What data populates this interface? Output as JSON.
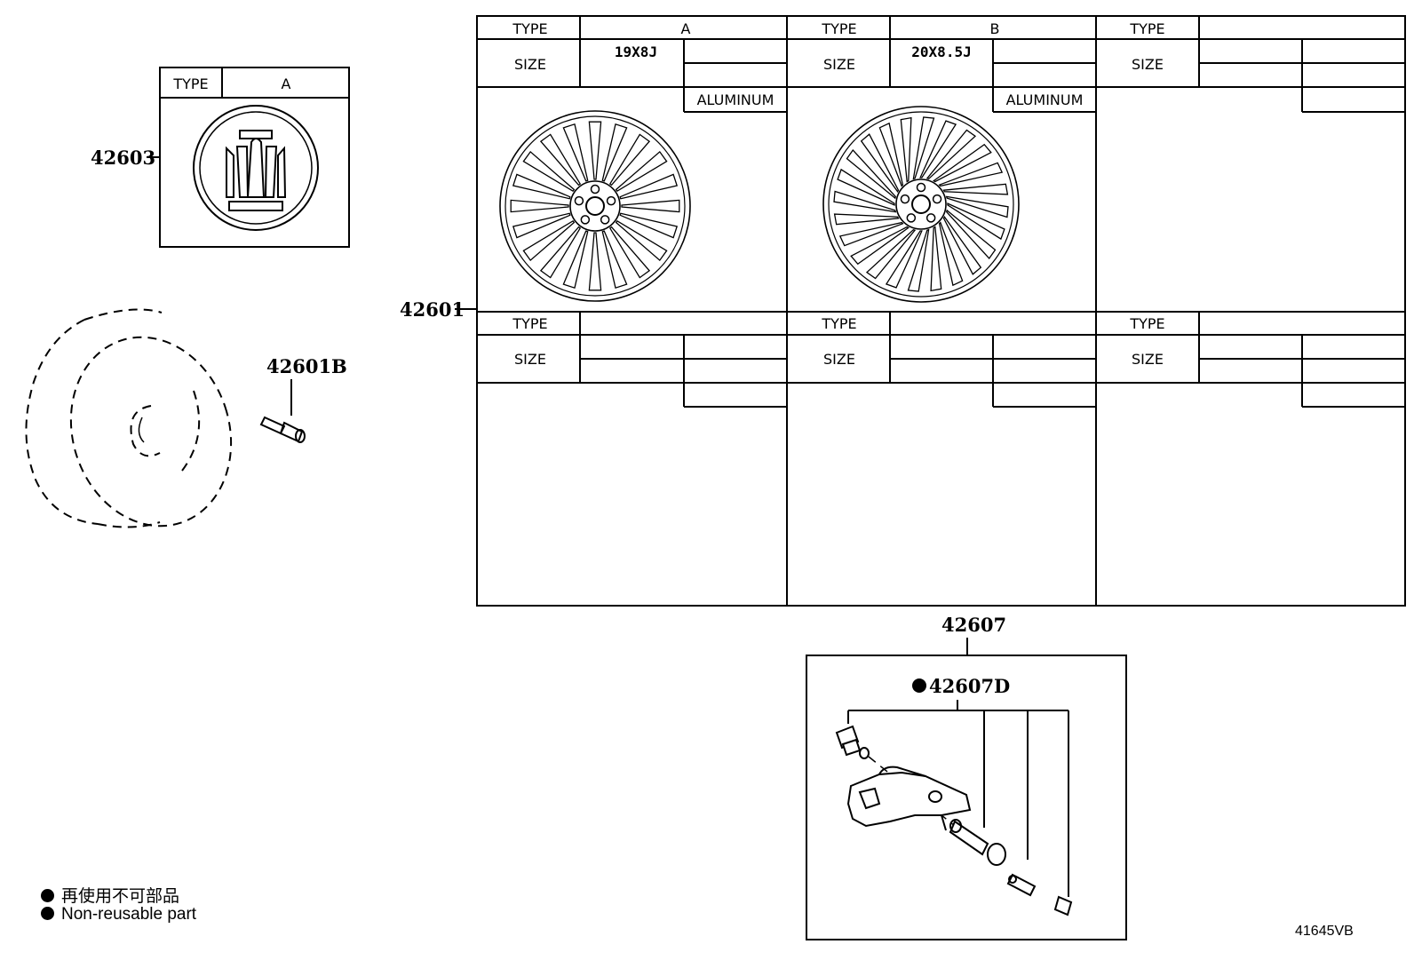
{
  "part_numbers": {
    "ornament": "42603",
    "wheel": "42601",
    "hub_bolt": "42601B",
    "tpms_sensor": "42607",
    "tpms_valve_kit": "42607D"
  },
  "ornament_table": {
    "type_label": "TYPE",
    "type_value": "A"
  },
  "wheel_table": {
    "type_label": "TYPE",
    "size_label": "SIZE",
    "columns": [
      {
        "type": "A",
        "size": "19X8J",
        "material": "ALUMINUM"
      },
      {
        "type": "B",
        "size": "20X8.5J",
        "material": "ALUMINUM"
      },
      {
        "type": "",
        "size": "",
        "material": ""
      }
    ],
    "columns_lower": [
      {
        "type": "",
        "size": "",
        "material": ""
      },
      {
        "type": "",
        "size": "",
        "material": ""
      },
      {
        "type": "",
        "size": "",
        "material": ""
      }
    ]
  },
  "legend": {
    "items": [
      "再使用不可部品",
      "Non-reusable part"
    ]
  },
  "diagram_code": "41645VB"
}
